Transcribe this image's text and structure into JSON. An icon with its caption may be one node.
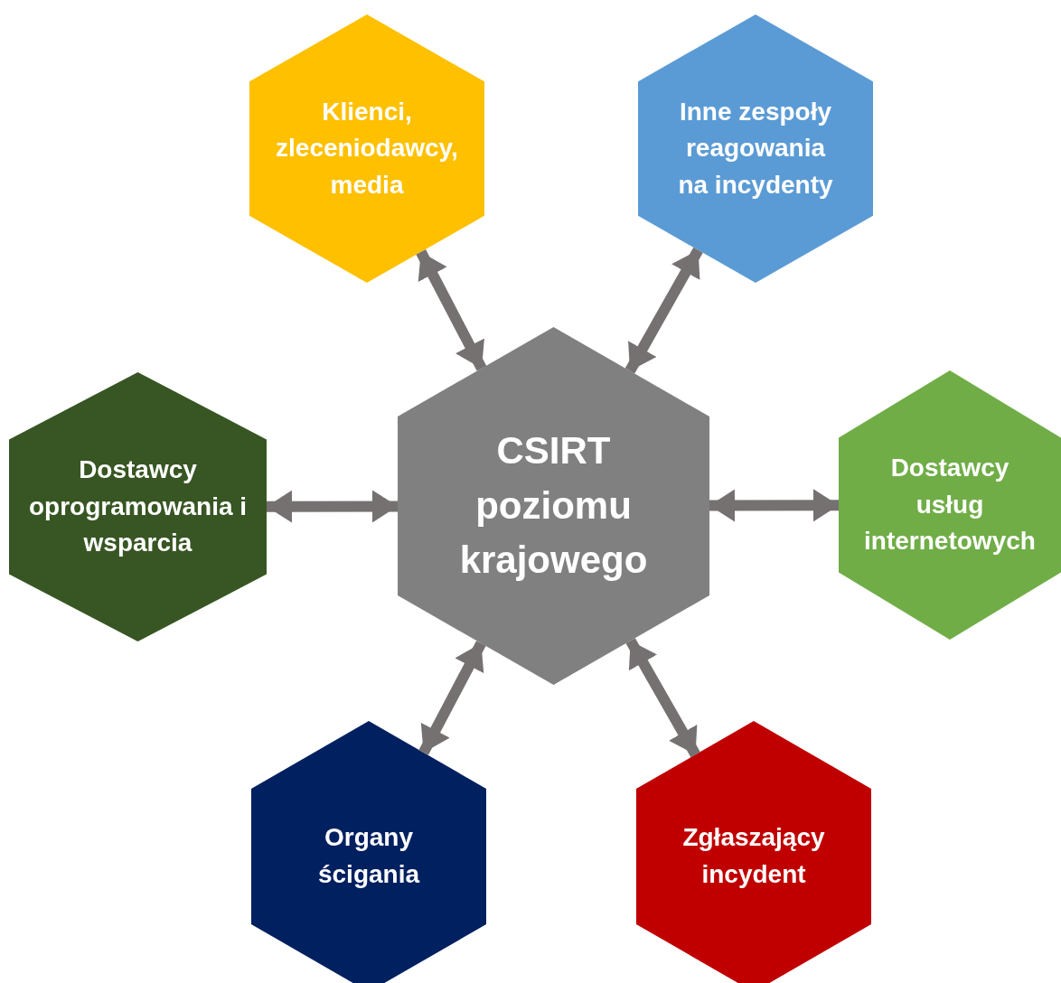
{
  "diagram": {
    "nodes": [
      {
        "text": [
          "Klienci, zleceniodawcy, media"
        ]
      },
      {
        "text": [
          "Inne zespoły reagowania na incydenty"
        ]
      },
      {
        "text": [
          "Dostawcy oprogramowania i wsparcia"
        ]
      },
      {
        "text": [
          "CSIRT poziomu krajowego"
        ]
      },
      {
        "text": [
          "Dostawcy usług internetowych"
        ]
      },
      {
        "text": [
          "Organy ścigania"
        ]
      },
      {
        "text": [
          "Zgłaszający incydent"
        ]
      }
    ],
    "edges": [
      {
        "from": 3,
        "to": 0,
        "arrow": "both"
      },
      {
        "from": 3,
        "to": 1,
        "arrow": "both"
      },
      {
        "from": 3,
        "to": 2,
        "arrow": "both"
      },
      {
        "from": 3,
        "to": 4,
        "arrow": "both"
      },
      {
        "from": 3,
        "to": 5,
        "arrow": "both"
      },
      {
        "from": 3,
        "to": 6,
        "arrow": "both"
      }
    ]
  }
}
